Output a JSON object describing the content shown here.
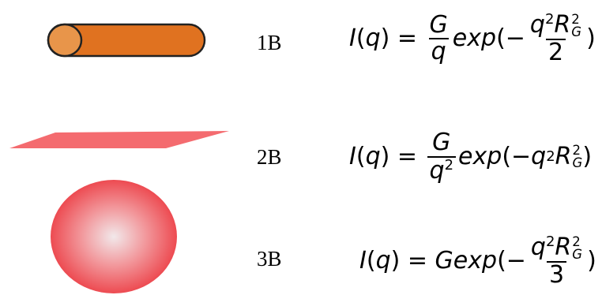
{
  "rows": [
    {
      "label": "1B",
      "shape": "rod"
    },
    {
      "label": "2B",
      "shape": "plate"
    },
    {
      "label": "3B",
      "shape": "sphere"
    }
  ],
  "colors": {
    "rod_body": "#e07220",
    "rod_cap": "#e8954a",
    "plate": "#f46b6f",
    "sphere_center": "#f2e8ea",
    "sphere_edge": "#ec3b42"
  }
}
